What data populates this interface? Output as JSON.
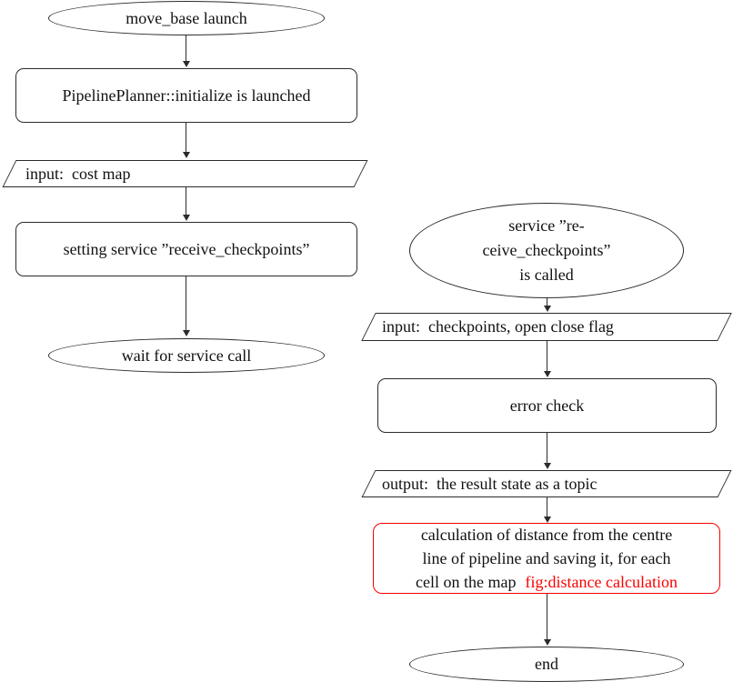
{
  "colors": {
    "stroke": "#2b2b2b",
    "accent_red": "#fa0000",
    "background": "#ffffff"
  },
  "left_column": {
    "start": {
      "label": "move_base launch"
    },
    "initialize": {
      "label": "PipelinePlanner::initialize is launched"
    },
    "input": {
      "label": "input:  cost map"
    },
    "set_service": {
      "label": "setting service ”receive_checkpoints”"
    },
    "wait": {
      "label": "wait for service call"
    }
  },
  "right_column": {
    "service_called": {
      "lines": [
        "service ”re-",
        "ceive_checkpoints”",
        "is called"
      ]
    },
    "input": {
      "label": "input:  checkpoints, open close flag"
    },
    "error_check": {
      "label": "error check"
    },
    "output": {
      "label": "output:  the result state as a topic"
    },
    "distance_calc": {
      "line1": "calculation of distance from the centre",
      "line2": "line of pipeline and saving it, for each",
      "line3_text": "cell on the map",
      "line3_link": "fig:distance calculation"
    },
    "end": {
      "label": "end"
    }
  }
}
